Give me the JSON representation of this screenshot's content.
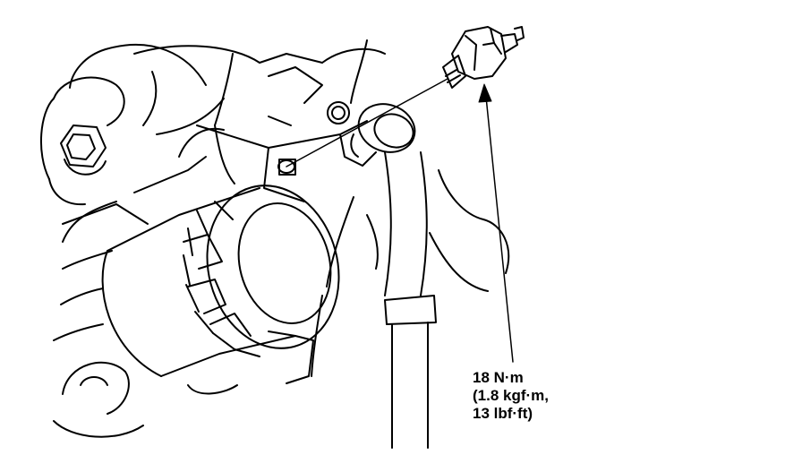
{
  "figure": {
    "torque_spec": {
      "line1": "18 N·m",
      "line2": "(1.8 kgf·m,",
      "line3": "13 lbf·ft)"
    },
    "colors": {
      "ink": "#000000",
      "paper": "#ffffff"
    }
  }
}
